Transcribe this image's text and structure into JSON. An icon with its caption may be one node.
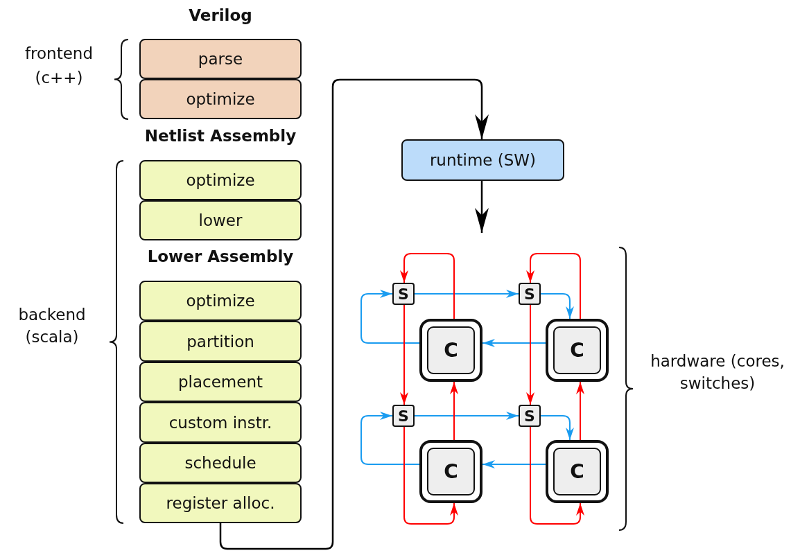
{
  "diagram": {
    "nodes": [
      {
        "text": [
          "parse"
        ]
      },
      {
        "text": [
          "optimize"
        ]
      },
      {
        "text": [
          "optimize"
        ]
      },
      {
        "text": [
          "lower"
        ]
      },
      {
        "text": [
          "optimize"
        ]
      },
      {
        "text": [
          "partition"
        ]
      },
      {
        "text": [
          "placement"
        ]
      },
      {
        "text": [
          "custom instr."
        ]
      },
      {
        "text": [
          "schedule"
        ]
      },
      {
        "text": [
          "register alloc."
        ]
      },
      {
        "text": [
          "runtime (SW)"
        ]
      },
      {
        "text": [
          "S"
        ]
      },
      {
        "text": [
          "S"
        ]
      },
      {
        "text": [
          "C"
        ]
      },
      {
        "text": [
          "C"
        ]
      },
      {
        "text": [
          "S"
        ]
      },
      {
        "text": [
          "S"
        ]
      },
      {
        "text": [
          "C"
        ]
      },
      {
        "text": [
          "C"
        ]
      }
    ],
    "edges": [
      {
        "from": 9,
        "to": 10,
        "arrow": "to",
        "color": "#000000"
      },
      {
        "from": 10,
        "to": null,
        "arrow": "to",
        "color": "#000000"
      },
      {
        "from": 11,
        "to": 12,
        "arrow": "to",
        "color": "#1a9cf0"
      },
      {
        "from": 12,
        "to": 14,
        "arrow": "to",
        "color": "#1a9cf0"
      },
      {
        "from": 14,
        "to": 13,
        "arrow": "to",
        "color": "#1a9cf0"
      },
      {
        "from": 13,
        "to": 11,
        "arrow": "to",
        "color": "#1a9cf0"
      },
      {
        "from": 15,
        "to": 16,
        "arrow": "to",
        "color": "#1a9cf0"
      },
      {
        "from": 16,
        "to": 18,
        "arrow": "to",
        "color": "#1a9cf0"
      },
      {
        "from": 18,
        "to": 17,
        "arrow": "to",
        "color": "#1a9cf0"
      },
      {
        "from": 17,
        "to": 15,
        "arrow": "to",
        "color": "#1a9cf0"
      },
      {
        "from": 13,
        "to": 11,
        "arrow": "to",
        "color": "#ff0000"
      },
      {
        "from": 14,
        "to": 12,
        "arrow": "to",
        "color": "#ff0000"
      },
      {
        "from": 11,
        "to": 15,
        "arrow": "to",
        "color": "#ff0000"
      },
      {
        "from": 12,
        "to": 16,
        "arrow": "to",
        "color": "#ff0000"
      },
      {
        "from": 17,
        "to": 13,
        "arrow": "to",
        "color": "#ff0000"
      },
      {
        "from": 18,
        "to": 14,
        "arrow": "to",
        "color": "#ff0000"
      },
      {
        "from": 15,
        "to": 17,
        "arrow": "to",
        "color": "#ff0000"
      },
      {
        "from": 16,
        "to": 18,
        "arrow": "to",
        "color": "#ff0000"
      }
    ],
    "labels": [
      "Verilog",
      "frontend (c++)",
      "Netlist Assembly",
      "Lower Assembly",
      "backend (scala)",
      "hardware (cores, switches)"
    ]
  }
}
